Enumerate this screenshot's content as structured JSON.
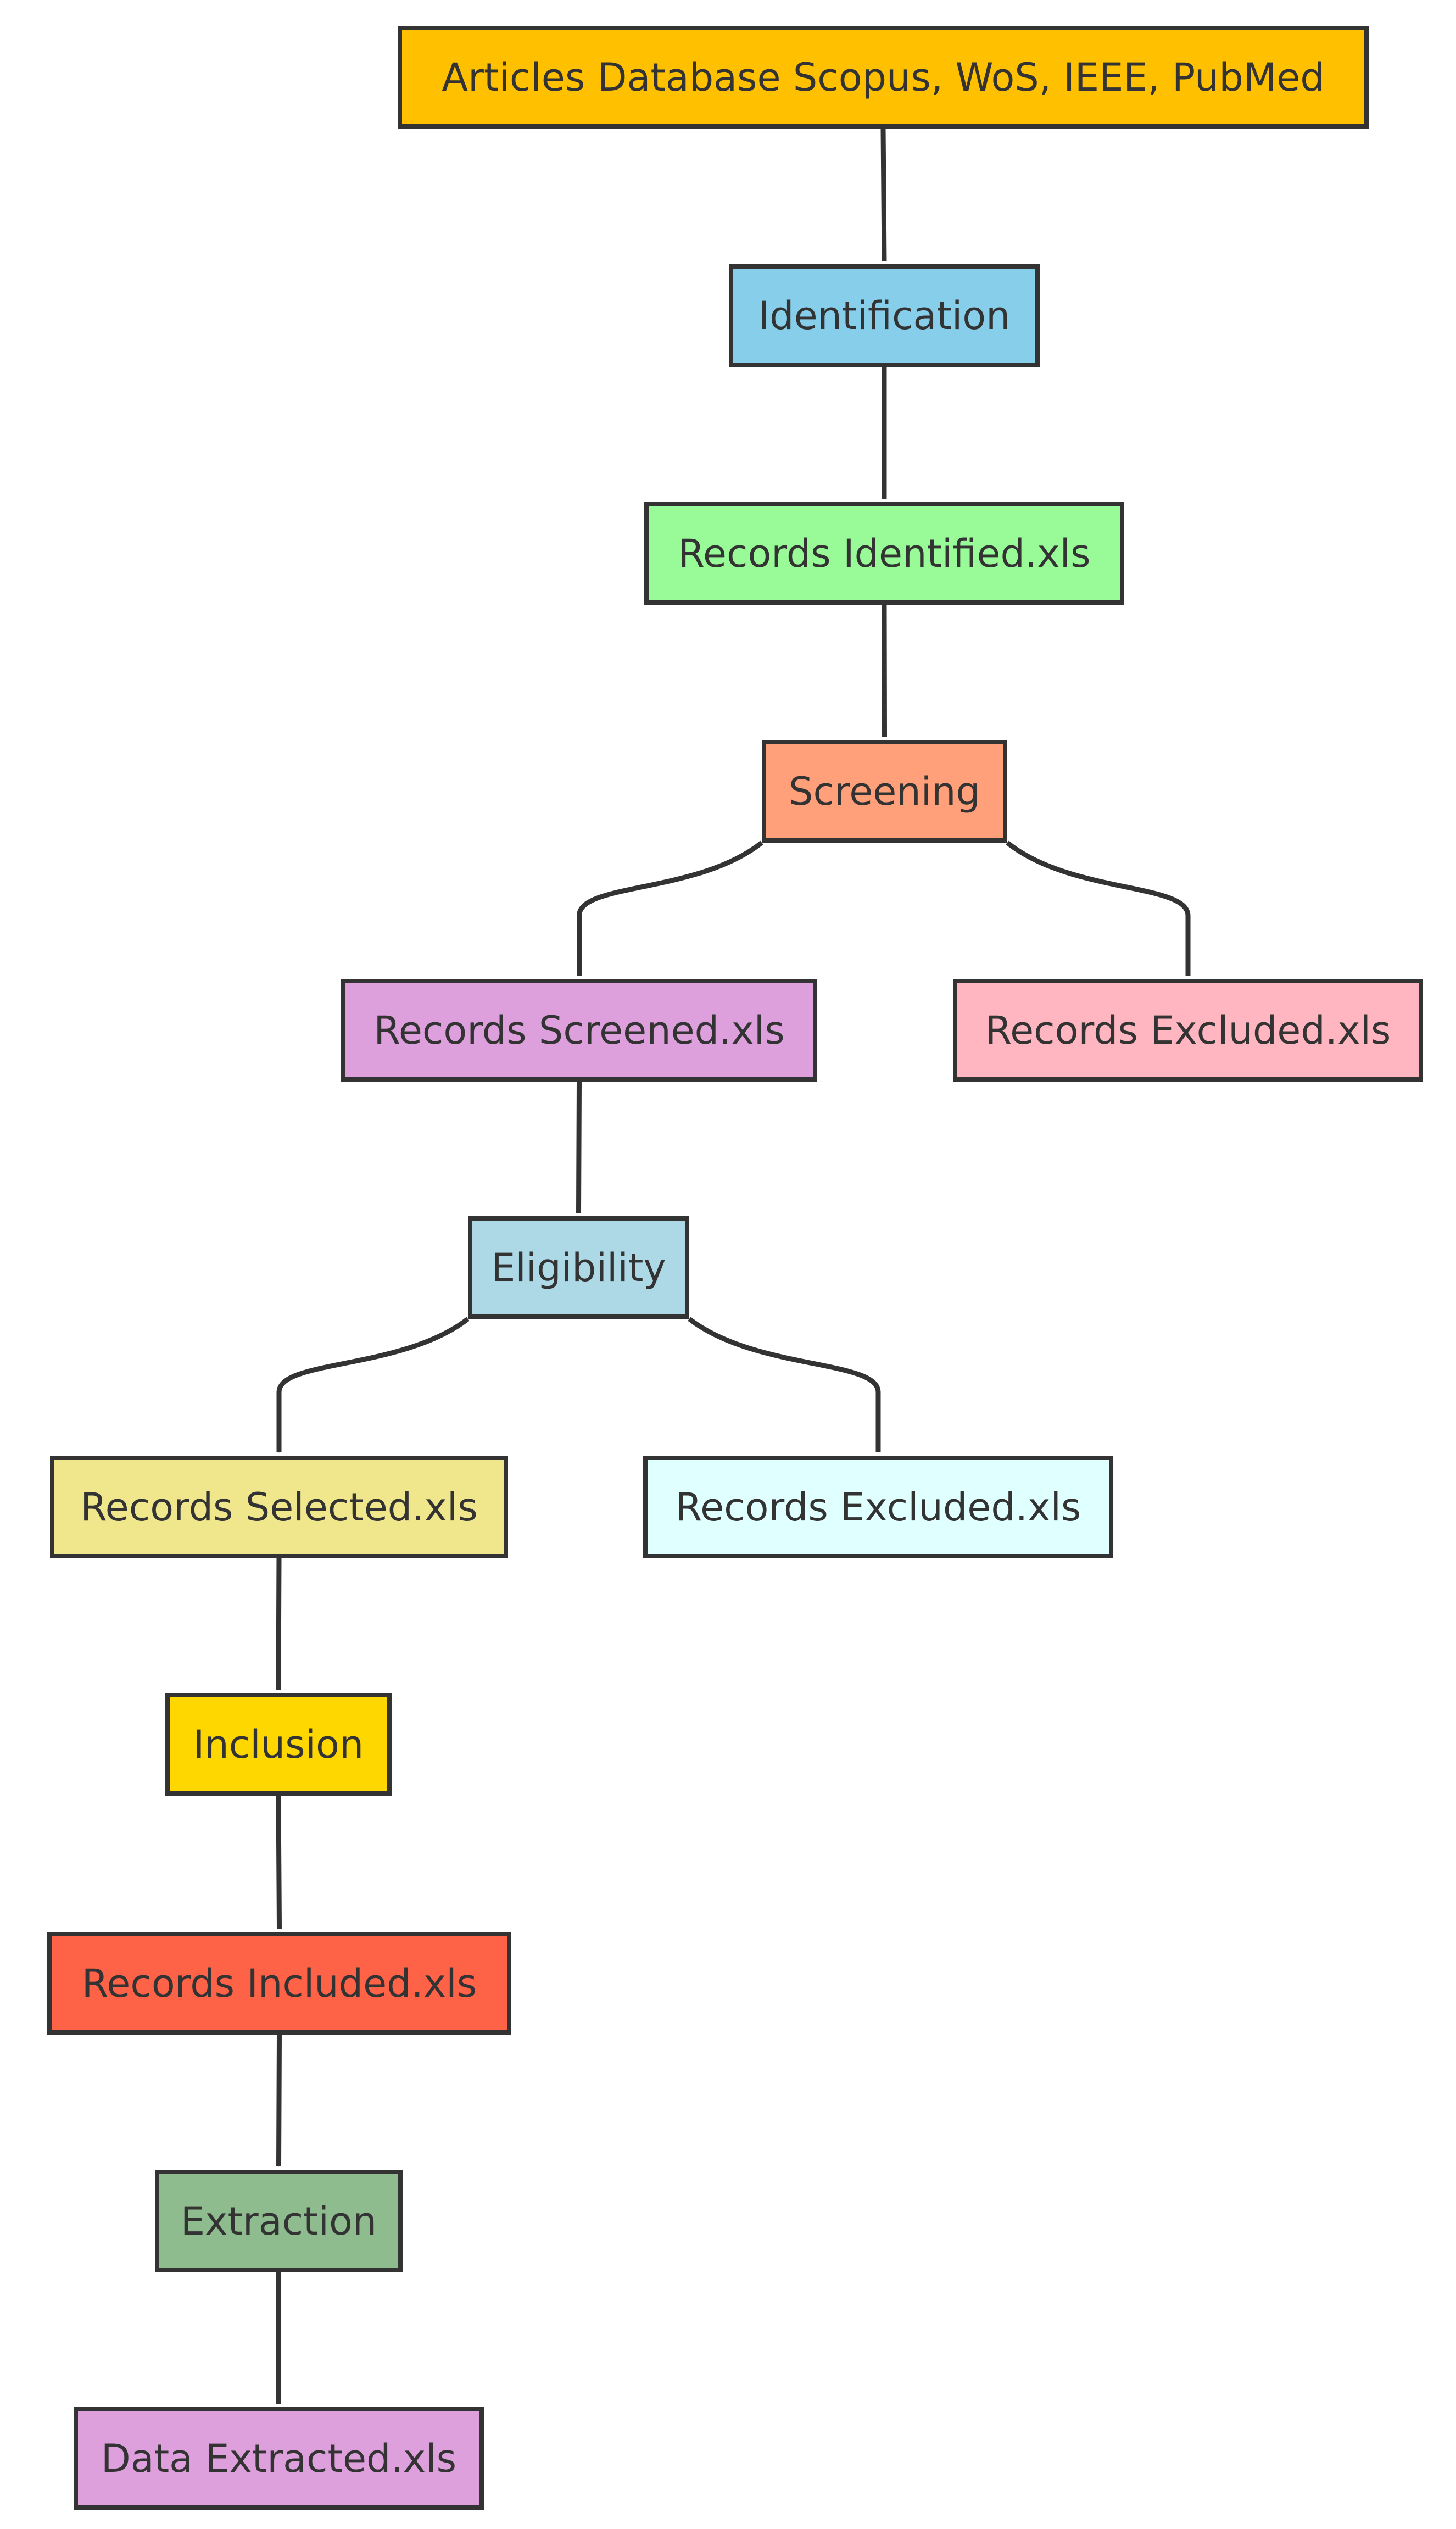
{
  "diagram": {
    "type": "flowchart",
    "nodes": [
      {
        "id": "articles",
        "label": "Articles Database Scopus, WoS, IEEE, PubMed",
        "fill": "#FFC000"
      },
      {
        "id": "identification",
        "label": "Identification",
        "fill": "#87CEEB"
      },
      {
        "id": "records_identified",
        "label": "Records Identified.xls",
        "fill": "#98FB98"
      },
      {
        "id": "screening",
        "label": "Screening",
        "fill": "#FFA07A"
      },
      {
        "id": "records_screened",
        "label": "Records Screened.xls",
        "fill": "#DDA0DD"
      },
      {
        "id": "records_excluded_1",
        "label": "Records Excluded.xls",
        "fill": "#FFB6C1"
      },
      {
        "id": "eligibility",
        "label": "Eligibility",
        "fill": "#ADD8E6"
      },
      {
        "id": "records_selected",
        "label": "Records Selected.xls",
        "fill": "#F0E68C"
      },
      {
        "id": "records_excluded_2",
        "label": "Records Excluded.xls",
        "fill": "#E0FFFF"
      },
      {
        "id": "inclusion",
        "label": "Inclusion",
        "fill": "#FFD700"
      },
      {
        "id": "records_included",
        "label": "Records Included.xls",
        "fill": "#FF6347"
      },
      {
        "id": "extraction",
        "label": "Extraction",
        "fill": "#8FBC8F"
      },
      {
        "id": "data_extracted",
        "label": "Data Extracted.xls",
        "fill": "#DDA0DD"
      }
    ],
    "edges": [
      {
        "from": "articles",
        "to": "identification"
      },
      {
        "from": "identification",
        "to": "records_identified"
      },
      {
        "from": "records_identified",
        "to": "screening"
      },
      {
        "from": "screening",
        "to": "records_screened"
      },
      {
        "from": "screening",
        "to": "records_excluded_1"
      },
      {
        "from": "records_screened",
        "to": "eligibility"
      },
      {
        "from": "eligibility",
        "to": "records_selected"
      },
      {
        "from": "eligibility",
        "to": "records_excluded_2"
      },
      {
        "from": "records_selected",
        "to": "inclusion"
      },
      {
        "from": "inclusion",
        "to": "records_included"
      },
      {
        "from": "records_included",
        "to": "extraction"
      },
      {
        "from": "extraction",
        "to": "data_extracted"
      }
    ]
  }
}
